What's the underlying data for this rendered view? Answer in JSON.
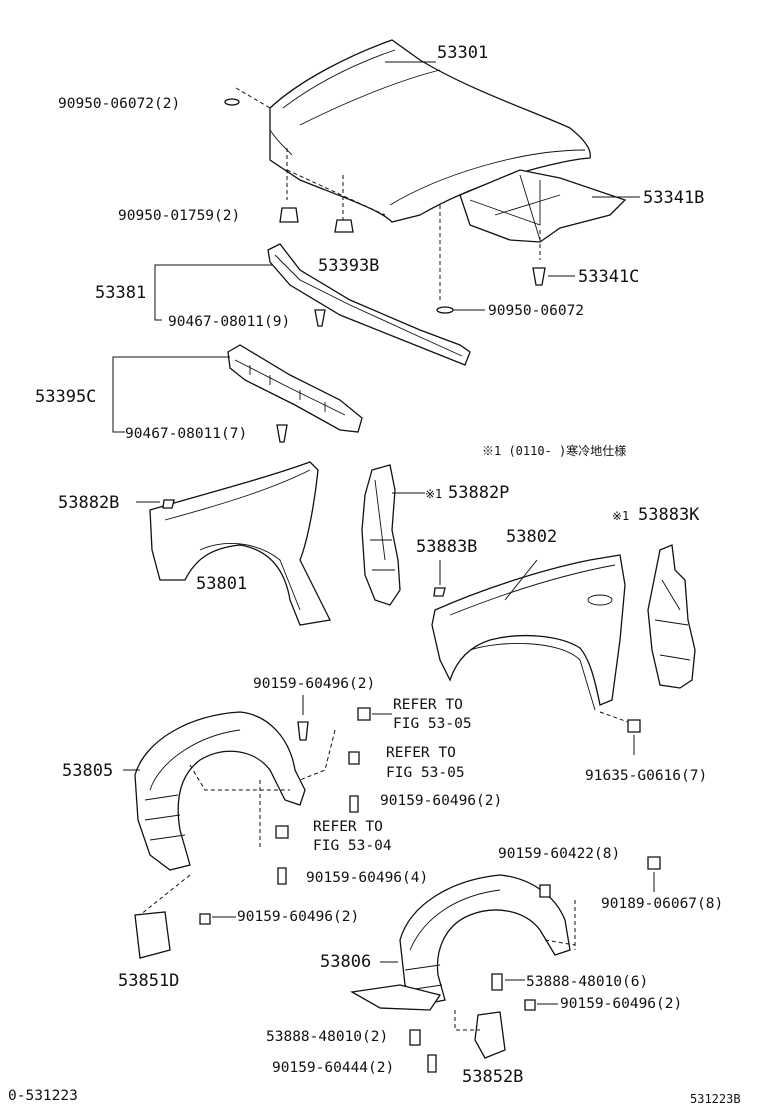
{
  "parts": {
    "p53301": "53301",
    "p53341B": "53341B",
    "p53341C": "53341C",
    "p53393B": "53393B",
    "p53381": "53381",
    "p53395C": "53395C",
    "p53882B": "53882B",
    "p53882P": "53882P",
    "p53883K": "53883K",
    "p53883B": "53883B",
    "p53802": "53802",
    "p53801": "53801",
    "p53805": "53805",
    "p53806": "53806",
    "p53851D": "53851D",
    "p53852B": "53852B"
  },
  "fasteners": {
    "f1": "90950-06072(2)",
    "f2": "90950-01759(2)",
    "f3": "90467-08011(9)",
    "f4": "90950-06072",
    "f5": "90467-08011(7)",
    "f6": "90159-60496(2)",
    "f7": "91635-G0616(7)",
    "f8": "90159-60496(2)",
    "f9": "90159-60496(4)",
    "f10": "90159-60496(2)",
    "f11": "90159-60422(8)",
    "f12": "90189-06067(8)",
    "f13": "53888-48010(6)",
    "f14": "90159-60496(2)",
    "f15": "53888-48010(2)",
    "f16": "90159-60444(2)"
  },
  "refs": {
    "r1a": "REFER TO",
    "r1b": "FIG 53-05",
    "r2a": "REFER TO",
    "r2b": "FIG 53-05",
    "r3a": "REFER TO",
    "r3b": "FIG 53-04"
  },
  "notes": {
    "mark": "※1",
    "cold_spec": "※1 (0110-     )寒冷地仕様"
  },
  "footer": {
    "left": "0-531223",
    "right": "531223B"
  }
}
